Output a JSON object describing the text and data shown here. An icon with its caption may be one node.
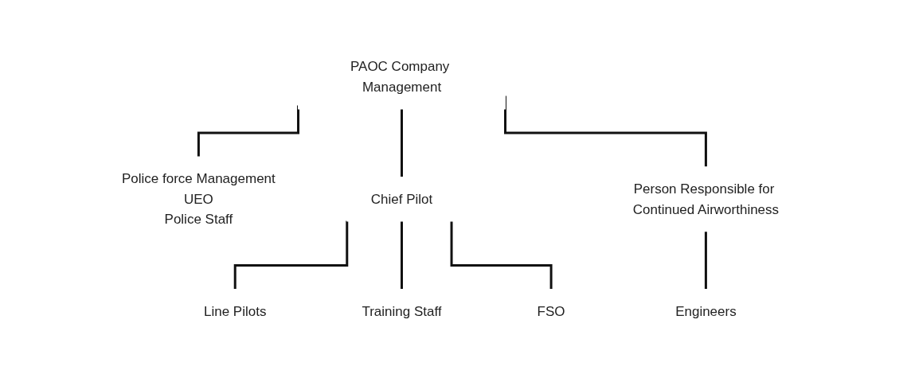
{
  "diagram": {
    "nodes": [
      {
        "text": [
          "PAOC Company Management"
        ]
      },
      {
        "text": [
          "Police force Management",
          "UEO",
          "Police Staff"
        ]
      },
      {
        "text": [
          "Chief Pilot"
        ]
      },
      {
        "text": [
          "Person Responsible for Continued Airworthiness"
        ]
      },
      {
        "text": [
          "Line Pilots"
        ]
      },
      {
        "text": [
          "Training Staff"
        ]
      },
      {
        "text": [
          "FSO"
        ]
      },
      {
        "text": [
          "Engineers"
        ]
      }
    ],
    "edges": [
      {
        "from": 0,
        "to": 1,
        "arrow": "none"
      },
      {
        "from": 0,
        "to": 2,
        "arrow": "none"
      },
      {
        "from": 0,
        "to": 3,
        "arrow": "none"
      },
      {
        "from": 2,
        "to": 4,
        "arrow": "none"
      },
      {
        "from": 2,
        "to": 5,
        "arrow": "none"
      },
      {
        "from": 2,
        "to": 6,
        "arrow": "none"
      },
      {
        "from": 3,
        "to": 7,
        "arrow": "none"
      }
    ]
  }
}
